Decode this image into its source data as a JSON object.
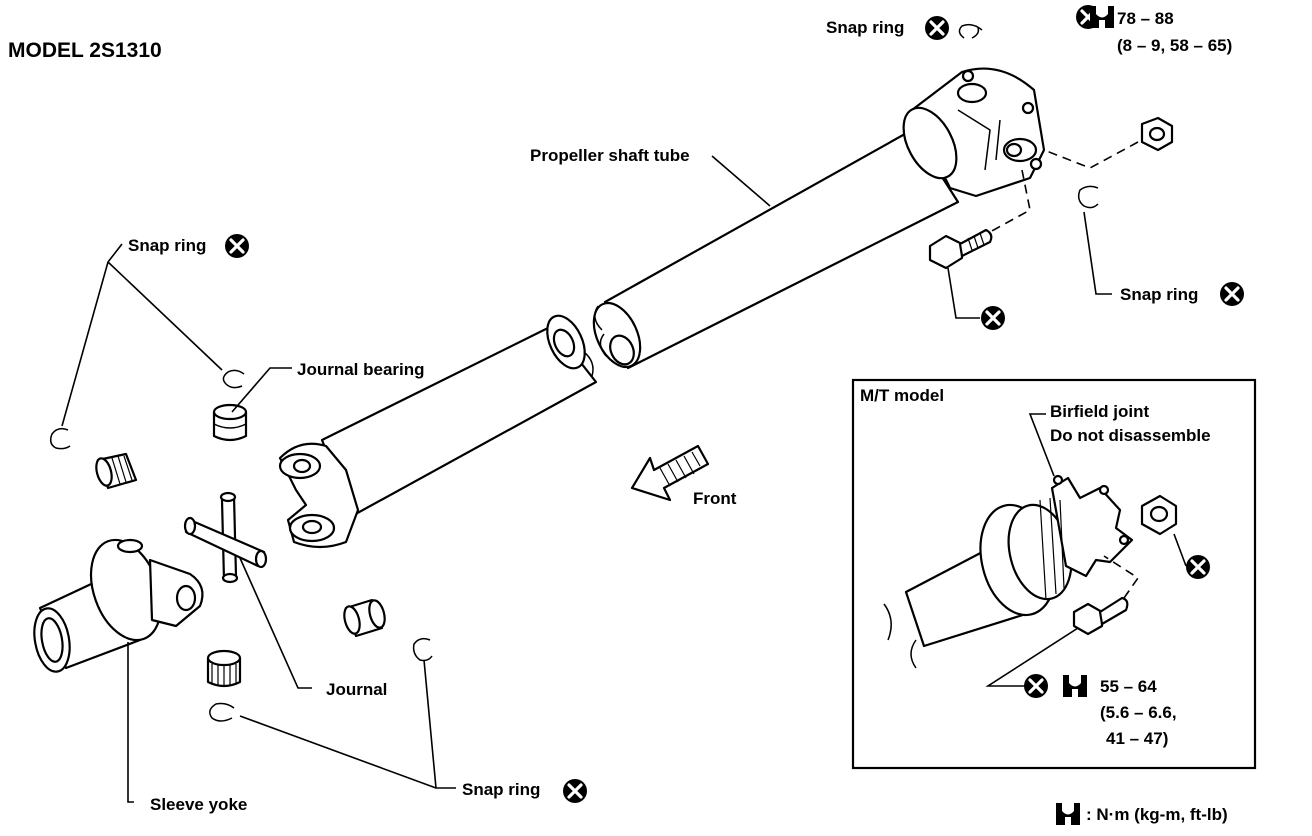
{
  "title": "MODEL 2S1310",
  "labels": {
    "snap_ring": "Snap ring",
    "propeller_shaft_tube": "Propeller shaft tube",
    "journal_bearing": "Journal bearing",
    "journal": "Journal",
    "sleeve_yoke": "Sleeve yoke",
    "front": "Front"
  },
  "torque_top": {
    "line1": "78 – 88",
    "line2": "(8 – 9, 58 – 65)"
  },
  "mt_model": {
    "title": "M/T model",
    "birfield_line1": "Birfield joint",
    "birfield_line2": "Do not disassemble",
    "torque_line1": "55 – 64",
    "torque_line2": "(5.6 – 6.6,",
    "torque_line3": "41 – 47)"
  },
  "legend": ": N·m (kg-m, ft-lb)",
  "icons": [
    "non-reusable-part-icon",
    "torque-wrench-icon",
    "front-arrow-icon"
  ]
}
